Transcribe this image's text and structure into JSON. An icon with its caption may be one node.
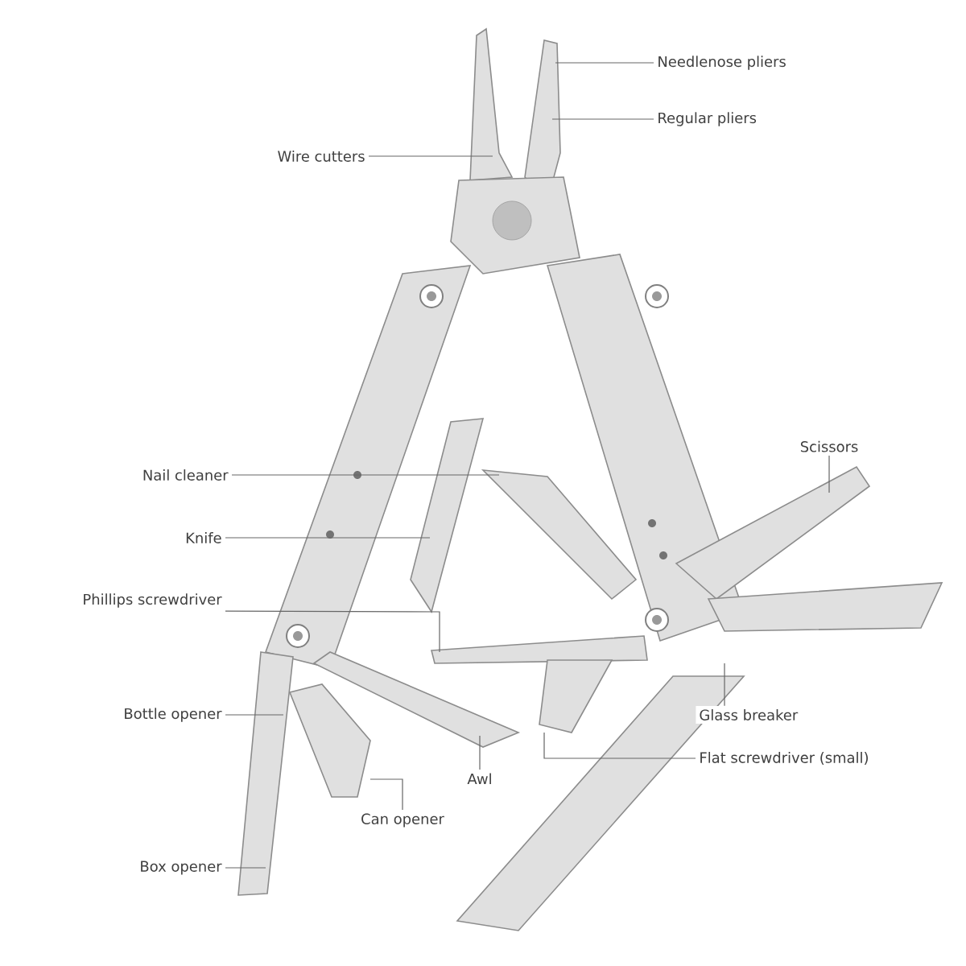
{
  "diagram": {
    "nodes": [
      {
        "text": [
          "Needlenose pliers"
        ]
      },
      {
        "text": [
          "Regular pliers"
        ]
      },
      {
        "text": [
          "Wire cutters"
        ]
      },
      {
        "text": [
          "Nail cleaner"
        ]
      },
      {
        "text": [
          "Knife"
        ]
      },
      {
        "text": [
          "Phillips screwdriver"
        ]
      },
      {
        "text": [
          "Scissors"
        ]
      },
      {
        "text": [
          "Bottle opener"
        ]
      },
      {
        "text": [
          "Glass breaker"
        ]
      },
      {
        "text": [
          "Flat screwdriver (small)"
        ]
      },
      {
        "text": [
          "Awl"
        ]
      },
      {
        "text": [
          "Can opener"
        ]
      },
      {
        "text": [
          "Box opener"
        ]
      }
    ],
    "edges": [
      {
        "from": 0,
        "to": null,
        "arrow": "none"
      },
      {
        "from": 1,
        "to": null,
        "arrow": "none"
      },
      {
        "from": 2,
        "to": null,
        "arrow": "none"
      },
      {
        "from": 3,
        "to": null,
        "arrow": "none"
      },
      {
        "from": 4,
        "to": null,
        "arrow": "none"
      },
      {
        "from": 5,
        "to": null,
        "arrow": "none"
      },
      {
        "from": 6,
        "to": null,
        "arrow": "none"
      },
      {
        "from": 7,
        "to": null,
        "arrow": "none"
      },
      {
        "from": 8,
        "to": null,
        "arrow": "none"
      },
      {
        "from": 9,
        "to": null,
        "arrow": "none"
      },
      {
        "from": 10,
        "to": null,
        "arrow": "none"
      },
      {
        "from": 11,
        "to": null,
        "arrow": "none"
      },
      {
        "from": 12,
        "to": null,
        "arrow": "none"
      }
    ]
  }
}
